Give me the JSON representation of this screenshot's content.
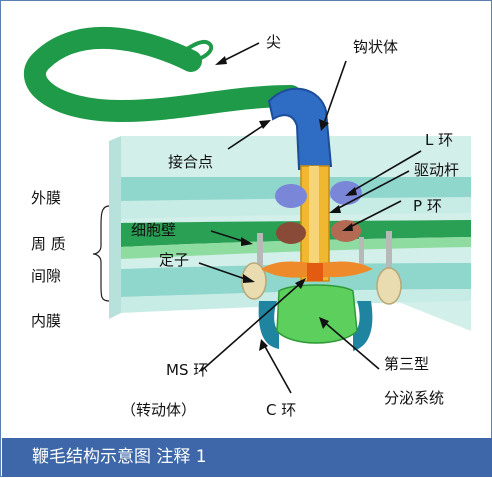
{
  "diagram": {
    "labels": {
      "tip": "尖",
      "hook": "钩状体",
      "junction": "接合点",
      "l_ring": "L 环",
      "drive_rod": "驱动杆",
      "p_ring": "P 环",
      "outer_membrane": "外膜",
      "periplasm_1": "周 质",
      "periplasm_2": "间隙",
      "cell_wall": "细胞壁",
      "stator": "定子",
      "inner_membrane": "内膜",
      "ms_ring": "MS 环",
      "rotor": "（转动体）",
      "c_ring": "C 环",
      "type3_1": "第三型",
      "type3_2": "分泌系统"
    },
    "colors": {
      "filament": "#1e9a48",
      "hook": "#2f6cc4",
      "rod": "#f0b830",
      "l_ring": "#7a86d8",
      "p_ring": "#8a4a38",
      "stator": "#e8dcb0",
      "ms_ring": "#ef8a2a",
      "type3": "#5ccf5c",
      "c_ring": "#1e84a0",
      "membrane_teal": "#a7e0d8",
      "wall_green": "#2aa055"
    }
  },
  "caption": "鞭毛结构示意图 注释 1"
}
